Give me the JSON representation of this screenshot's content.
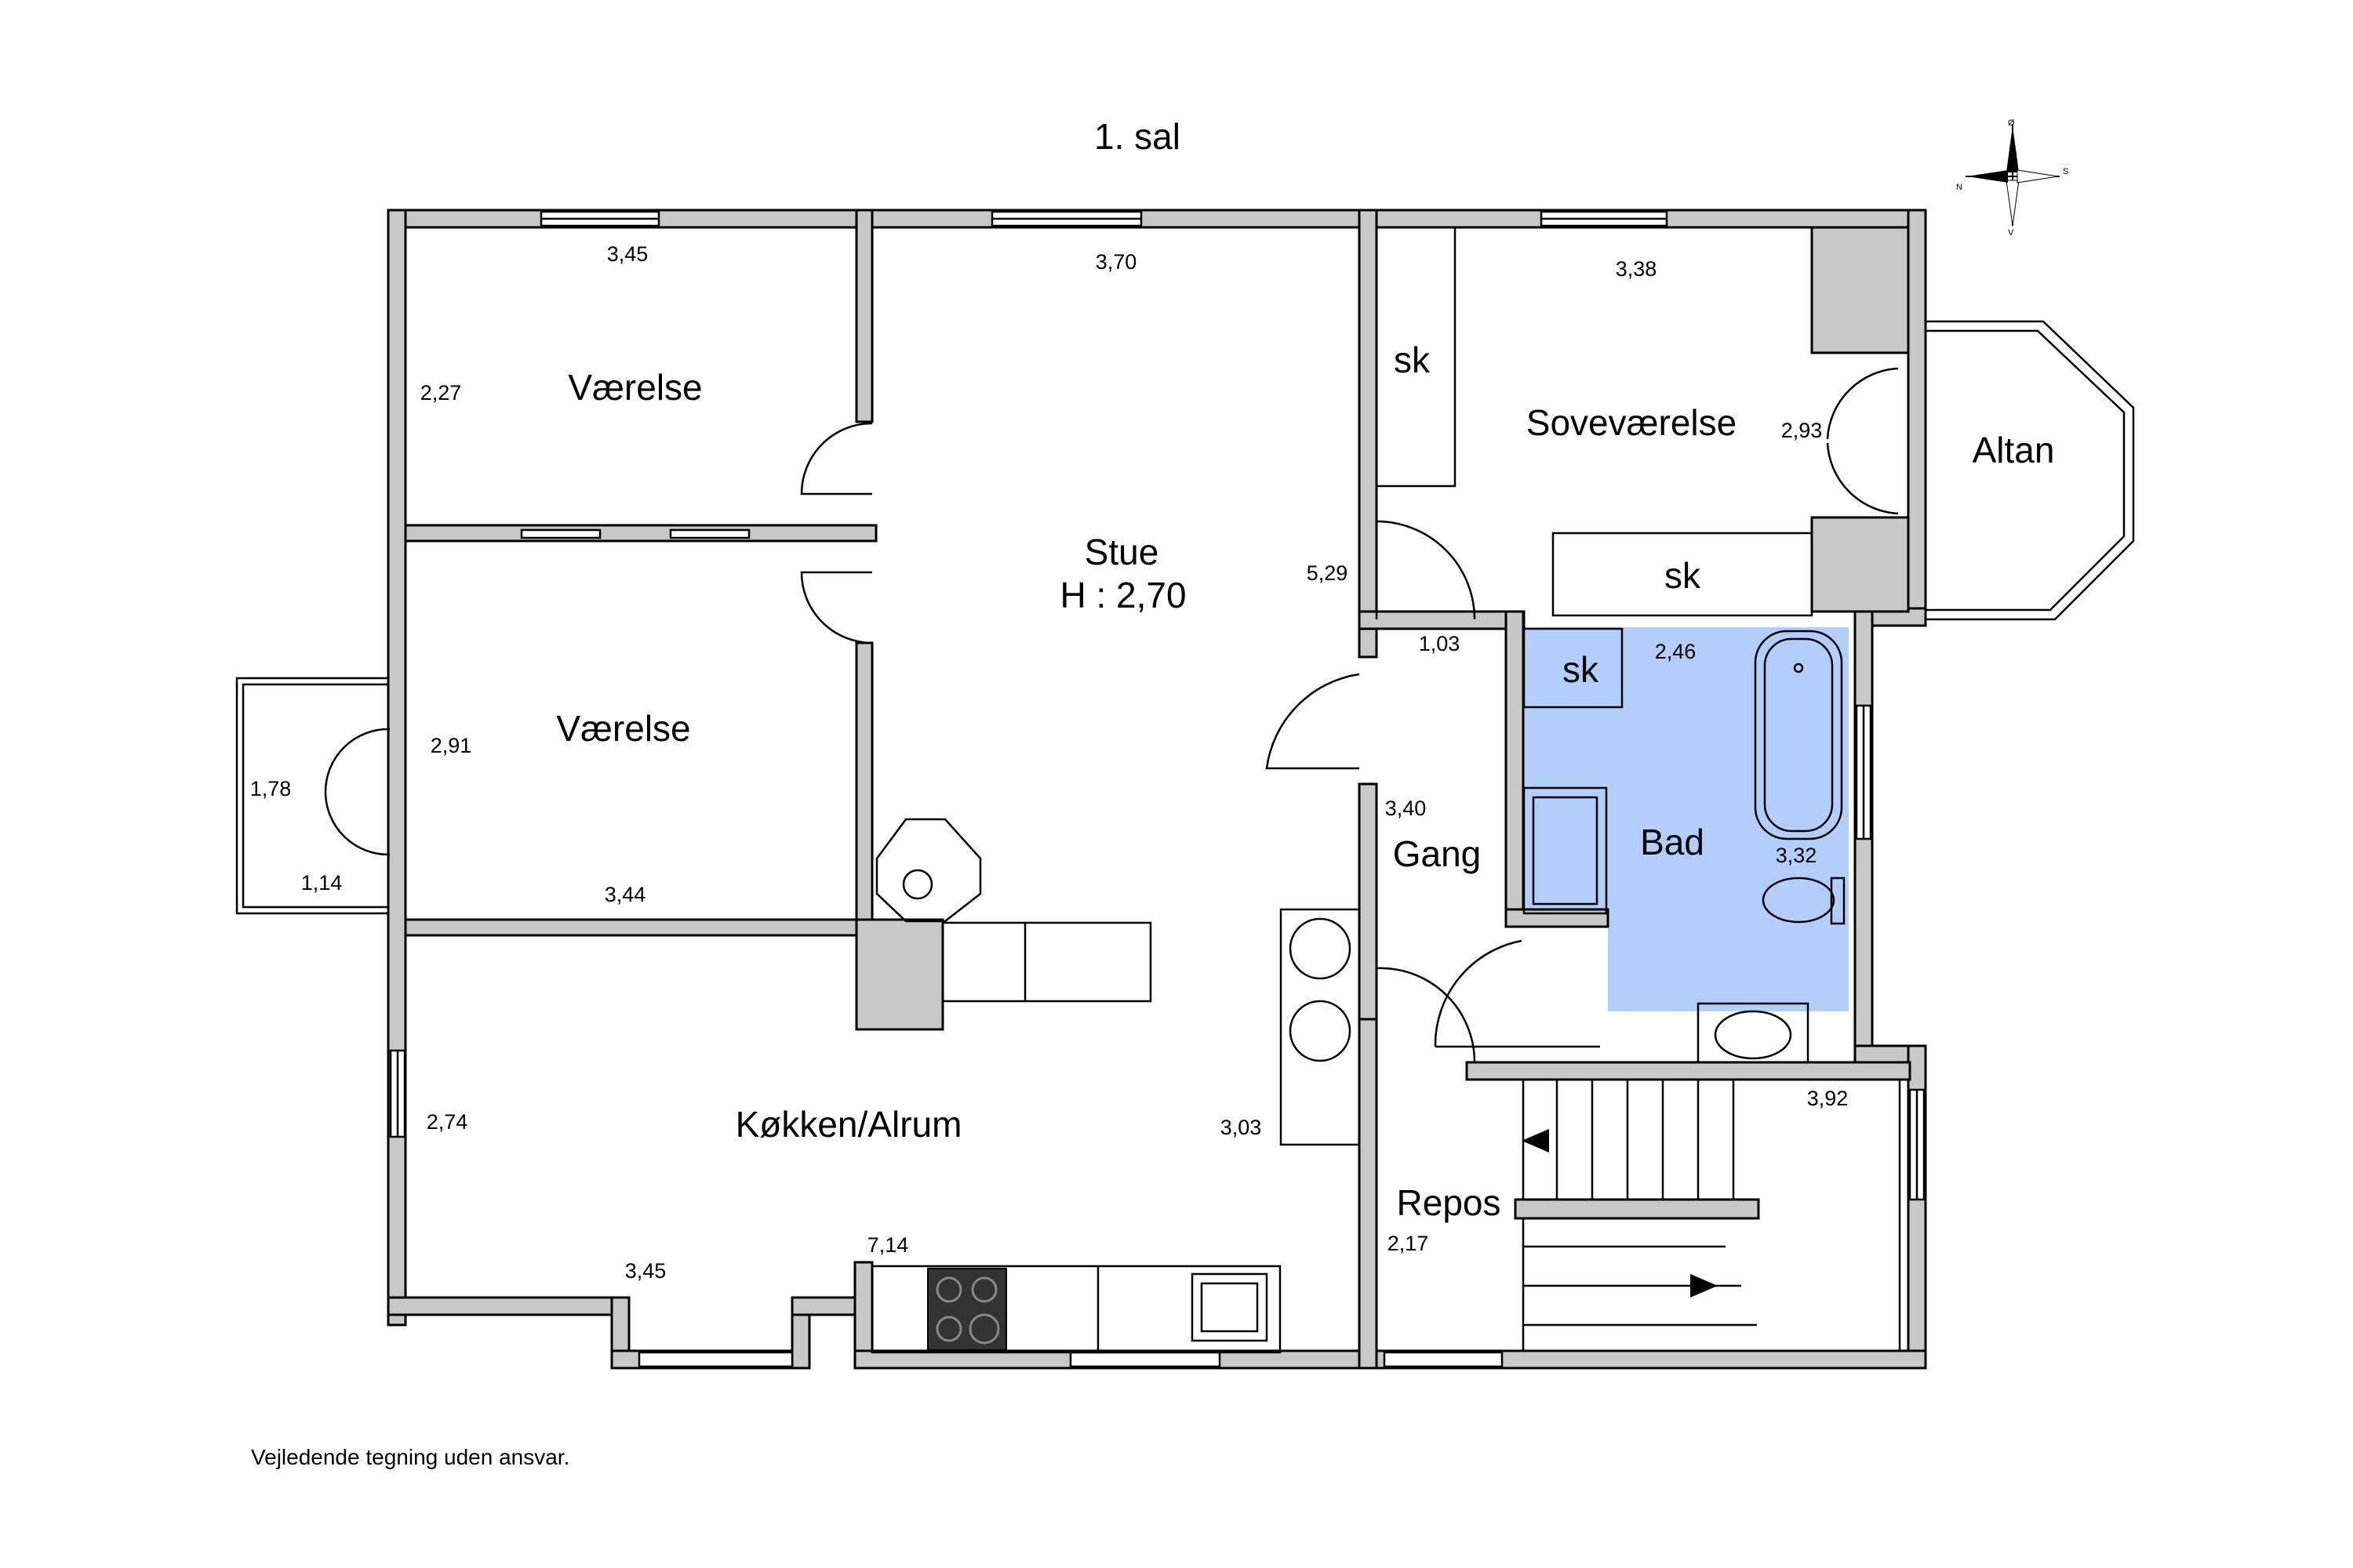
{
  "title": "1. sal",
  "disclaimer": "Vejledende tegning uden ansvar.",
  "compass": {
    "n": "N",
    "o": "Ø",
    "s": "S",
    "v": "V"
  },
  "colors": {
    "bathroom_fill": "#b3cefd",
    "wall_fill": "#c8c8c8"
  },
  "rooms": {
    "vaerelse_top": "Værelse",
    "vaerelse_bottom": "Værelse",
    "stue": "Stue",
    "stue_height": "H : 2,70",
    "sovevaerelse": "Soveværelse",
    "altan": "Altan",
    "bad": "Bad",
    "gang": "Gang",
    "koekken": "Køkken/Alrum",
    "repos": "Repos",
    "sk_left": "sk",
    "sk_bedroom": "sk",
    "sk_bath": "sk"
  },
  "dimensions": {
    "d345_top": "3,45",
    "d370": "3,70",
    "d338": "3,38",
    "d227": "2,27",
    "d293": "2,93",
    "d529": "5,29",
    "d103": "1,03",
    "d246": "2,46",
    "d291": "2,91",
    "d178": "1,78",
    "d114": "1,14",
    "d344": "3,44",
    "d340": "3,40",
    "d332": "3,32",
    "d274": "2,74",
    "d303": "3,03",
    "d392": "3,92",
    "d217": "2,17",
    "d714": "7,14",
    "d345_bottom": "3,45"
  }
}
